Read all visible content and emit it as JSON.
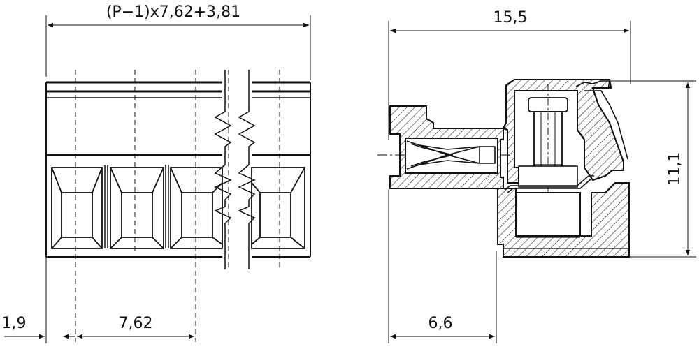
{
  "drawing": {
    "front_view": {
      "dim_total": "(P−1)x7,62+3,81",
      "dim_edge": "1,9",
      "dim_pitch": "7,62"
    },
    "side_view": {
      "dim_length": "15,5",
      "dim_height": "11,1",
      "dim_offset": "6,6"
    }
  }
}
